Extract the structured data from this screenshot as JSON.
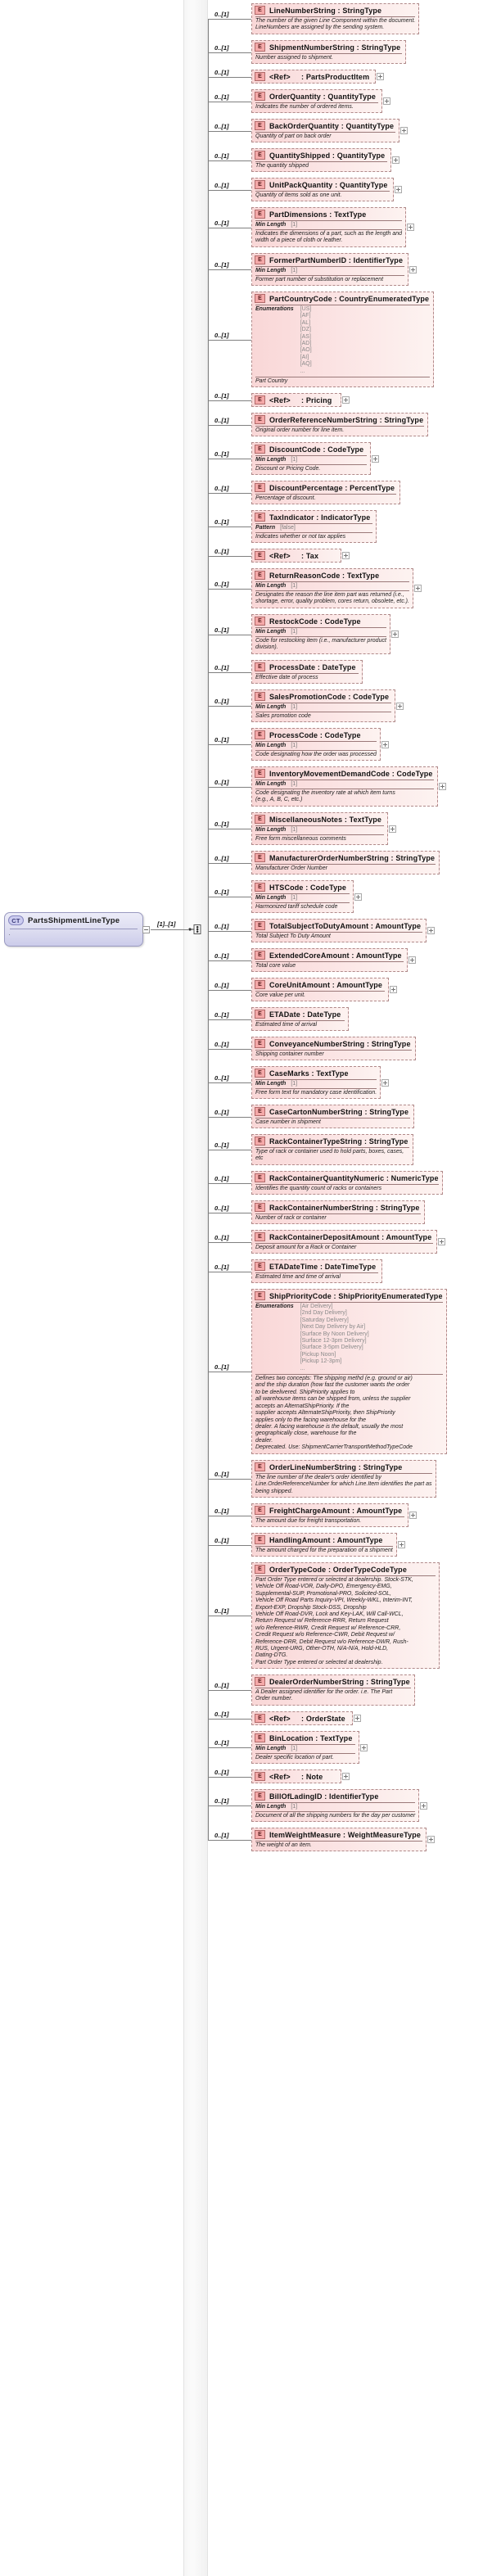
{
  "diagram": {
    "kind": "xsd-schema-diagram",
    "root": {
      "badge": "CT",
      "name": "PartsShipmentLineType",
      "doc": ".",
      "cardinality": "[1]..[1]",
      "compositor": "sequence"
    },
    "default_cardinality": "0..[1]",
    "element_badge": "E",
    "colors": {
      "element_fill": "#f9d7d7",
      "element_border": "#b08a8a",
      "badge_fill": "#f5a9a9",
      "root_fill": "#dcdcf0",
      "root_border": "#9a9ac0",
      "line": "#808080"
    },
    "elements": [
      {
        "name": "LineNumberString",
        "type": "StringType",
        "card": "0..[1]",
        "doc": "The number of the given Line Component within the document.\nLineNumbers are assigned by the sending system.",
        "plus": false
      },
      {
        "name": "ShipmentNumberString",
        "type": "StringType",
        "card": "0..[1]",
        "doc": "Number assigned to shipment.",
        "plus": false
      },
      {
        "name": "<Ref>",
        "type": "PartsProductItem",
        "card": "0..[1]",
        "ref": true,
        "plus": true
      },
      {
        "name": "OrderQuantity",
        "type": "QuantityType",
        "card": "0..[1]",
        "doc": "Indicates the number of ordered items.",
        "plus": true
      },
      {
        "name": "BackOrderQuantity",
        "type": "QuantityType",
        "card": "0..[1]",
        "doc": "Quantity of part on back order",
        "plus": true
      },
      {
        "name": "QuantityShipped",
        "type": "QuantityType",
        "card": "0..[1]",
        "doc": "The quantity shipped",
        "plus": true
      },
      {
        "name": "UnitPackQuantity",
        "type": "QuantityType",
        "card": "0..[1]",
        "doc": "Quantity of items sold as one unit.",
        "plus": true
      },
      {
        "name": "PartDimensions",
        "type": "TextType",
        "card": "0..[1]",
        "facet_name": "Min Length",
        "facet_val": "[1]",
        "doc": "Indicates the dimensions of a part, such as the length and\nwidth of a piece of cloth or leather.",
        "plus": true
      },
      {
        "name": "FormerPartNumberID",
        "type": "IdentifierType",
        "card": "0..[1]",
        "facet_name": "Min Length",
        "facet_val": "[1]",
        "doc": "Former part number of substitution or replacement",
        "plus": true
      },
      {
        "name": "PartCountryCode",
        "type": "CountryEnumeratedType",
        "card": "0..[1]",
        "enum_label": "Enumerations",
        "enums": [
          "[US]",
          "[AF]",
          "[AL]",
          "[DZ]",
          "[AS]",
          "[AD]",
          "[AO]",
          "[AI]",
          "[AQ]",
          "..."
        ],
        "doc": "Part Country",
        "plus": false
      },
      {
        "name": "<Ref>",
        "type": "Pricing",
        "card": "0..[1]",
        "ref": true,
        "plus": true
      },
      {
        "name": "OrderReferenceNumberString",
        "type": "StringType",
        "card": "0..[1]",
        "doc": "Original order number for line item.",
        "plus": false
      },
      {
        "name": "DiscountCode",
        "type": "CodeType",
        "card": "0..[1]",
        "facet_name": "Min Length",
        "facet_val": "[1]",
        "doc": "Discount or Pricing Code.",
        "plus": true
      },
      {
        "name": "DiscountPercentage",
        "type": "PercentType",
        "card": "0..[1]",
        "doc": "Percentage of discount.",
        "plus": false
      },
      {
        "name": "TaxIndicator",
        "type": "IndicatorType",
        "card": "0..[1]",
        "facet_name": "Pattern",
        "facet_val": "[false]",
        "doc": "Indicates whether or not tax applies",
        "plus": false
      },
      {
        "name": "<Ref>",
        "type": "Tax",
        "card": "0..[1]",
        "ref": true,
        "plus": true
      },
      {
        "name": "ReturnReasonCode",
        "type": "TextType",
        "card": "0..[1]",
        "facet_name": "Min Length",
        "facet_val": "[1]",
        "doc": "Designates the reason the line item part was returned (i.e.,\nshortage, error, quality problem, cores return, obsolete, etc.).",
        "plus": true
      },
      {
        "name": "RestockCode",
        "type": "CodeType",
        "card": "0..[1]",
        "facet_name": "Min Length",
        "facet_val": "[1]",
        "doc": "Code for restocking item (i.e., manufacturer product\ndivision).",
        "plus": true
      },
      {
        "name": "ProcessDate",
        "type": "DateType",
        "card": "0..[1]",
        "doc": "Effective date of process",
        "plus": false
      },
      {
        "name": "SalesPromotionCode",
        "type": "CodeType",
        "card": "0..[1]",
        "facet_name": "Min Length",
        "facet_val": "[1]",
        "doc": "Sales promotion code",
        "plus": true
      },
      {
        "name": "ProcessCode",
        "type": "CodeType",
        "card": "0..[1]",
        "facet_name": "Min Length",
        "facet_val": "[1]",
        "doc": "Code designating how the order was processed",
        "plus": true
      },
      {
        "name": "InventoryMovementDemandCode",
        "type": "CodeType",
        "card": "0..[1]",
        "facet_name": "Min Length",
        "facet_val": "[1]",
        "doc": "Code designating the inventory rate at which item turns\n(e.g., A, B, C, etc.)",
        "plus": true
      },
      {
        "name": "MiscellaneousNotes",
        "type": "TextType",
        "card": "0..[1]",
        "facet_name": "Min Length",
        "facet_val": "[1]",
        "doc": "Free form miscellaneous comments",
        "plus": true
      },
      {
        "name": "ManufacturerOrderNumberString",
        "type": "StringType",
        "card": "0..[1]",
        "doc": "Manufacturer Order Number",
        "plus": false
      },
      {
        "name": "HTSCode",
        "type": "CodeType",
        "card": "0..[1]",
        "facet_name": "Min Length",
        "facet_val": "[1]",
        "doc": "Harmonized tariff schedule code",
        "plus": true
      },
      {
        "name": "TotalSubjectToDutyAmount",
        "type": "AmountType",
        "card": "0..[1]",
        "doc": "Total Subject To Duty Amount",
        "plus": true
      },
      {
        "name": "ExtendedCoreAmount",
        "type": "AmountType",
        "card": "0..[1]",
        "doc": "Total core value",
        "plus": true
      },
      {
        "name": "CoreUnitAmount",
        "type": "AmountType",
        "card": "0..[1]",
        "doc": "Core value per unit.",
        "plus": true
      },
      {
        "name": "ETADate",
        "type": "DateType",
        "card": "0..[1]",
        "doc": "Estimated time of arrival",
        "plus": false
      },
      {
        "name": "ConveyanceNumberString",
        "type": "StringType",
        "card": "0..[1]",
        "doc": "Shipping container number",
        "plus": false
      },
      {
        "name": "CaseMarks",
        "type": "TextType",
        "card": "0..[1]",
        "facet_name": "Min Length",
        "facet_val": "[1]",
        "doc": "Free form text for mandatory case identification.",
        "plus": true
      },
      {
        "name": "CaseCartonNumberString",
        "type": "StringType",
        "card": "0..[1]",
        "doc": "Case number in shipment",
        "plus": false
      },
      {
        "name": "RackContainerTypeString",
        "type": "StringType",
        "card": "0..[1]",
        "doc": "Type of rack or container used to hold parts, boxes, cases,\netc",
        "plus": false
      },
      {
        "name": "RackContainerQuantityNumeric",
        "type": "NumericType",
        "card": "0..[1]",
        "doc": "Identifies the quantity count of racks or containers",
        "plus": false
      },
      {
        "name": "RackContainerNumberString",
        "type": "StringType",
        "card": "0..[1]",
        "doc": "Number of rack or container",
        "plus": false
      },
      {
        "name": "RackContainerDepositAmount",
        "type": "AmountType",
        "card": "0..[1]",
        "doc": "Deposit amount for a Rack or Container",
        "plus": true
      },
      {
        "name": "ETADateTime",
        "type": "DateTimeType",
        "card": "0..[1]",
        "doc": "Estimated time and time of arrival",
        "plus": false
      },
      {
        "name": "ShipPriorityCode",
        "type": "ShipPriorityEnumeratedType",
        "card": "0..[1]",
        "enum_label": "Enumerations",
        "enums": [
          "[Air Delivery]",
          "[2nd Day Delivery]",
          "[Saturday Delivery]",
          "[Next Day Delivery by Air]",
          "[Surface By Noon Delivery]",
          "[Surface 12-3pm Delivery]",
          "[Surface 3-5pm Delivery]",
          "[Pickup Noon]",
          "[Pickup 12-3pm]",
          "..."
        ],
        "doc": "Defines two concepts: The shipping methd (e.g. ground or air)\n          and the ship duration (how fast the customer wants the order\nto be deelivered. ShipPriority applies to\n          all warehouse items can be shipped from, unless the supplier\naccepts an AlternatShipPriority. If the\n          supplier accepts AlternateShipPriority, then ShipPriority\napplies only to the facing warehouse for the\n          dealer. A facing warehouse is the default, usually the most\ngeographically close, warehouse for the\n          dealer.\nDeprecated. Use: ShipmentCarrierTransportMethodTypeCode",
        "plus": false
      },
      {
        "name": "OrderLineNumberString",
        "type": "StringType",
        "card": "0..[1]",
        "doc": "The line number of the dealer's order identified by\nLine.OrderReferenceNumber for which Line.Item identifies the part as\nbeing shipped.",
        "plus": false
      },
      {
        "name": "FreightChargeAmount",
        "type": "AmountType",
        "card": "0..[1]",
        "doc": "The amount due for freight transportation.",
        "plus": true
      },
      {
        "name": "HandlingAmount",
        "type": "AmountType",
        "card": "0..[1]",
        "doc": "The amount charged for the preparation of a shipment",
        "plus": true
      },
      {
        "name": "OrderTypeCode",
        "type": "OrderTypeCodeType",
        "card": "0..[1]",
        "doc": "Part Order Type entered or selected at dealership. Stock-STK,\n          Vehicle Off Road-VOR, Daily-DPO, Emergency-EMG,\nSupplemental-SUP, Promotional-PRO, Solicited-SOL,\n          Vehicle Off Road Parts Inquiry-VPI, Weekly-WKL, Interim-INT,\nExport-EXP, Dropship Stock-DSS, Dropship\n          Vehicle Off Road-DVR, Lock and Key-LAK, Will Call-WCL,\nReturn Request w/ Reference-RRR, Return Request\n          w/o Reference-RWR, Credit Request w/ Reference-CRR,\nCredit Request w/o Reference-CWR, Debit Request w/\n          Reference-DRR, Debit Request w/o Reference-DWR, Rush-\nRUS, Urgent-URG, Other-OTH, N/A-N/A, Hold-HLD,\n          Dating-DTG.\nPart Order Type entered or selected at dealership.",
        "plus": false
      },
      {
        "name": "DealerOrderNumberString",
        "type": "StringType",
        "card": "0..[1]",
        "doc": "A Dealer assigned identifier for the order. i.e. The Part\nOrder number.",
        "plus": false
      },
      {
        "name": "<Ref>",
        "type": "OrderState",
        "card": "0..[1]",
        "ref": true,
        "plus": true
      },
      {
        "name": "BinLocation",
        "type": "TextType",
        "card": "0..[1]",
        "facet_name": "Min Length",
        "facet_val": "[1]",
        "doc": "Dealer specific location of part.",
        "plus": true
      },
      {
        "name": "<Ref>",
        "type": "Note",
        "card": "0..[1]",
        "ref": true,
        "plus": true
      },
      {
        "name": "BillOfLadingID",
        "type": "IdentifierType",
        "card": "0..[1]",
        "facet_name": "Min Length",
        "facet_val": "[1]",
        "doc": "Document of all the shipping numbers for the day per customer",
        "plus": true
      },
      {
        "name": "ItemWeightMeasure",
        "type": "WeightMeasureType",
        "card": "0..[1]",
        "doc": "The weight of an item.",
        "plus": true
      }
    ]
  }
}
